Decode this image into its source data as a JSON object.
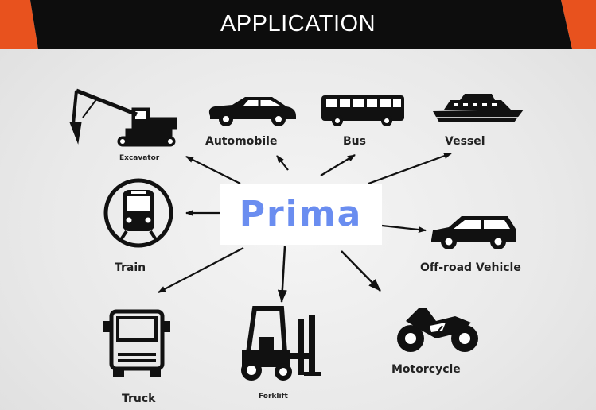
{
  "header": {
    "title": "APPLICATION"
  },
  "logo": {
    "text": "Prima"
  },
  "colors": {
    "banner": "#0d0d0d",
    "accent": "#e8521e",
    "logo_text": "#6a8df0",
    "icon": "#111111"
  },
  "applications": [
    {
      "label": "Excavator",
      "icon": "excavator-icon"
    },
    {
      "label": "Automobile",
      "icon": "car-icon"
    },
    {
      "label": "Bus",
      "icon": "bus-icon"
    },
    {
      "label": "Vessel",
      "icon": "ship-icon"
    },
    {
      "label": "Train",
      "icon": "train-icon"
    },
    {
      "label": "Off-road Vehicle",
      "icon": "suv-icon"
    },
    {
      "label": "Truck",
      "icon": "truck-icon"
    },
    {
      "label": "Forklift",
      "icon": "forklift-icon"
    },
    {
      "label": "Motorcycle",
      "icon": "motorcycle-icon"
    }
  ]
}
